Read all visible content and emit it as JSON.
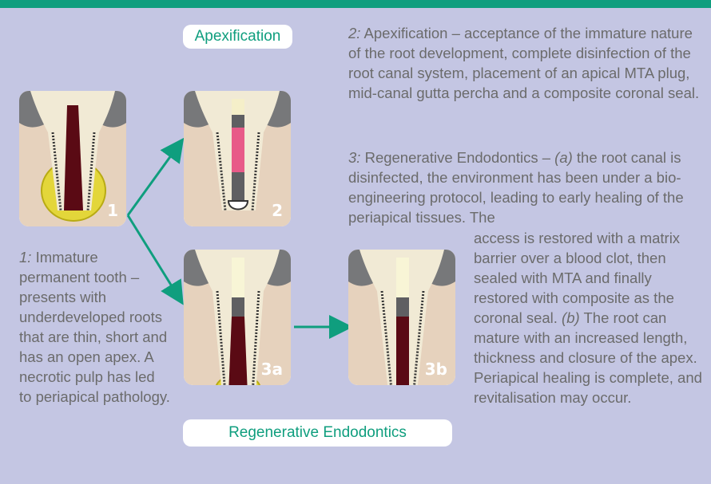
{
  "colors": {
    "accent": "#0f9e7e",
    "background": "#c4c6e3",
    "text": "#6b6b6b"
  },
  "labels": {
    "apexification": "Apexification",
    "regenerative": "Regenerative Endodontics"
  },
  "panels": [
    {
      "id": "1",
      "label": "1"
    },
    {
      "id": "2",
      "label": "2"
    },
    {
      "id": "3a",
      "label": "3a"
    },
    {
      "id": "3b",
      "label": "3b"
    }
  ],
  "text": {
    "p1_num": "1:",
    "p1_body": " Immature permanent tooth – presents with underdeveloped roots that are thin, short and has an open apex. A necrotic pulp has led to periapical pathology.",
    "p2_num": "2:",
    "p2_body": " Apexification – acceptance of the immature nature of the root development, complete disinfection of the root canal system, placement of an apical MTA plug, mid-canal gutta percha and a composite coronal seal.",
    "p3_num": "3:",
    "p3_intro": " Regenerative Endodontics – ",
    "p3_a": "(a)",
    "p3_a_body": " the root canal is disinfected, the environment has been under a bio-engineering protocol, leading to early healing of the periapical tissues. The",
    "p3_cont": "access is restored with a matrix barrier over a blood clot, then sealed with MTA and finally restored with composite as the coronal seal.",
    "p3_b": "(b)",
    "p3_b_body": " The root can mature with an increased length, thickness and closure of the apex. Periapical healing is complete, and revitalisation may occur."
  }
}
